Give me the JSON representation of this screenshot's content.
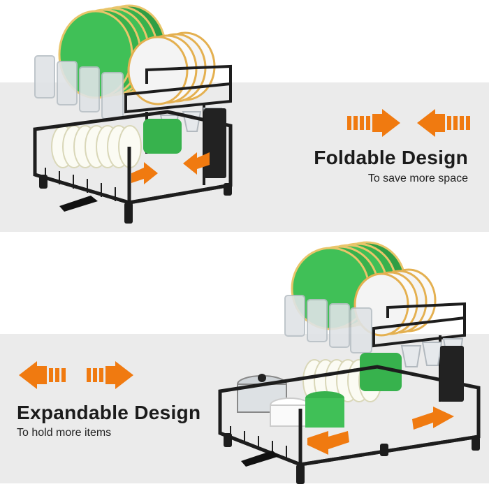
{
  "features": {
    "foldable": {
      "title": "Foldable Design",
      "subtitle": "To save more space"
    },
    "expandable": {
      "title": "Expandable Design",
      "subtitle": "To hold more items"
    }
  },
  "colors": {
    "panel": "#ebebeb",
    "accent": "#f07a10",
    "rack": "#1d1d1d",
    "plate_green": "#37b24d",
    "plate_rim": "#e9c56a"
  },
  "icons": {
    "inward_arrows": "arrows-pointing-inward-icon",
    "outward_arrows": "arrows-pointing-outward-icon"
  }
}
